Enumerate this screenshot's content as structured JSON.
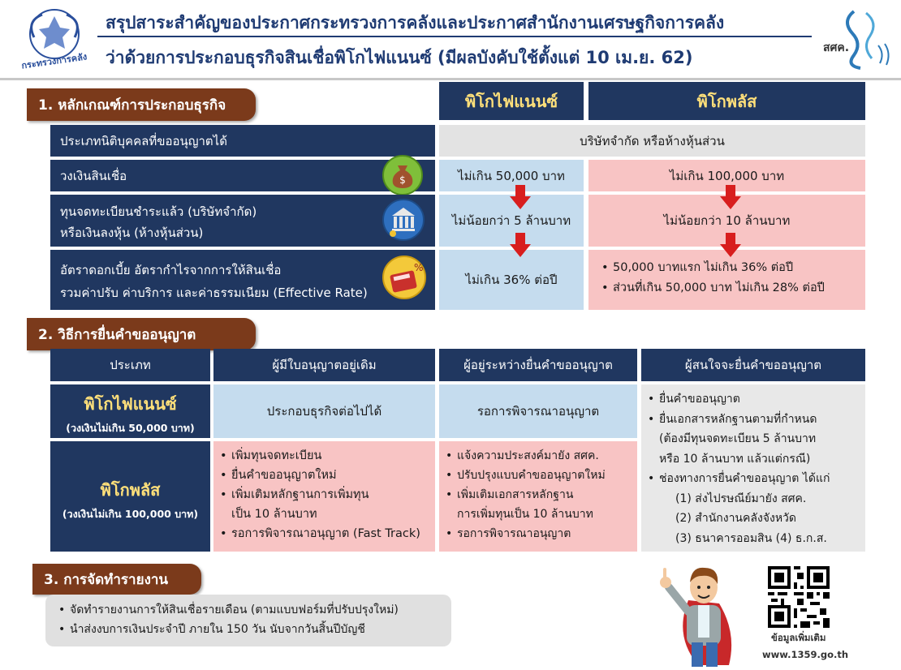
{
  "header": {
    "title_line1": "สรุปสาระสำคัญของประกาศกระทรวงการคลังและประกาศสำนักงานเศรษฐกิจการคลัง",
    "title_line2": "ว่าด้วยการประกอบธุรกิจสินเชื่อพิโกไฟแนนซ์ (มีผลบังคับใช้ตั้งแต่ 10 เม.ย. 62)",
    "left_logo_text": "กระทรวงการคลัง",
    "right_logo_text": "สศค."
  },
  "section1": {
    "heading": "1. หลักเกณฑ์การประกอบธุรกิจ",
    "col_pico": "พิโกไฟแนนซ์",
    "col_plus": "พิโกพลัส",
    "rows": {
      "entity_label": "ประเภทนิติบุคคลที่ขออนุญาตได้",
      "entity_value": "บริษัทจำกัด หรือห้างหุ้นส่วน",
      "limit_label": "วงเงินสินเชื่อ",
      "limit_pico": "ไม่เกิน 50,000 บาท",
      "limit_plus": "ไม่เกิน 100,000 บาท",
      "capital_label_1": "ทุนจดทะเบียนชำระแล้ว (บริษัทจำกัด)",
      "capital_label_2": "หรือเงินลงหุ้น (ห้างหุ้นส่วน)",
      "capital_pico": "ไม่น้อยกว่า 5 ล้านบาท",
      "capital_plus": "ไม่น้อยกว่า 10 ล้านบาท",
      "rate_label_1": "อัตราดอกเบี้ย อัตรากำไรจากการให้สินเชื่อ",
      "rate_label_2": "รวมค่าปรับ ค่าบริการ และค่าธรรมเนียม (Effective Rate)",
      "rate_pico": "ไม่เกิน 36% ต่อปี",
      "rate_plus": [
        "50,000 บาทแรก ไม่เกิน 36% ต่อปี",
        "ส่วนที่เกิน 50,000 บาท ไม่เกิน 28% ต่อปี"
      ]
    },
    "icon_text": "%"
  },
  "section2": {
    "heading": "2. วิธีการยื่นคำขออนุญาต",
    "headers": [
      "ประเภท",
      "ผู้มีใบอนุญาตอยู่เดิม",
      "ผู้อยู่ระหว่างยื่นคำขออนุญาต",
      "ผู้สนใจจะยื่นคำขออนุญาต"
    ],
    "pico_title": "พิโกไฟแนนซ์",
    "pico_sub": "(วงเงินไม่เกิน 50,000 บาท)",
    "pico_existing": "ประกอบธุรกิจต่อไปได้",
    "pico_pending": "รอการพิจารณาอนุญาต",
    "plus_title": "พิโกพลัส",
    "plus_sub": "(วงเงินไม่เกิน 100,000 บาท)",
    "plus_existing": [
      "เพิ่มทุนจดทะเบียน",
      "ยื่นคำขออนุญาตใหม่",
      "เพิ่มเติมหลักฐานการเพิ่มทุน",
      "เป็น 10 ล้านบาท",
      "รอการพิจารณาอนุญาต (Fast Track)"
    ],
    "plus_pending": [
      "แจ้งความประสงค์มายัง สศค.",
      "ปรับปรุงแบบคำขออนุญาตใหม่",
      "เพิ่มเติมเอกสารหลักฐาน",
      "การเพิ่มทุนเป็น 10 ล้านบาท",
      "รอการพิจารณาอนุญาต"
    ],
    "interested": {
      "b1": "ยื่นคำขออนุญาต",
      "b2": "ยื่นเอกสารหลักฐานตามที่กำหนด",
      "b2_note1": "(ต้องมีทุนจดทะเบียน 5 ล้านบาท",
      "b2_note2": "หรือ 10 ล้านบาท แล้วแต่กรณี)",
      "b3": "ช่องทางการยื่นคำขออนุญาต ได้แก่",
      "ch1": "(1)  ส่งไปรษณีย์มายัง สศค.",
      "ch2": "(2)  สำนักงานคลังจังหวัด",
      "ch3": "(3)  ธนาคารออมสิน  (4) ธ.ก.ส."
    }
  },
  "section3": {
    "heading": "3. การจัดทำรายงาน",
    "items": [
      "จัดทำรายงานการให้สินเชื่อรายเดือน (ตามแบบฟอร์มที่ปรับปรุงใหม่)",
      "นำส่งงบการเงินประจำปี ภายใน 150 วัน นับจากวันสิ้นปีบัญชี"
    ]
  },
  "footer": {
    "more_info": "ข้อมูลเพิ่มเติม",
    "url": "www.1359.go.th"
  },
  "colors": {
    "navy": "#203760",
    "brown": "#7b3a1b",
    "light_blue": "#c5dcee",
    "pink": "#f8c4c4",
    "arrow_red": "#d81e1e"
  }
}
